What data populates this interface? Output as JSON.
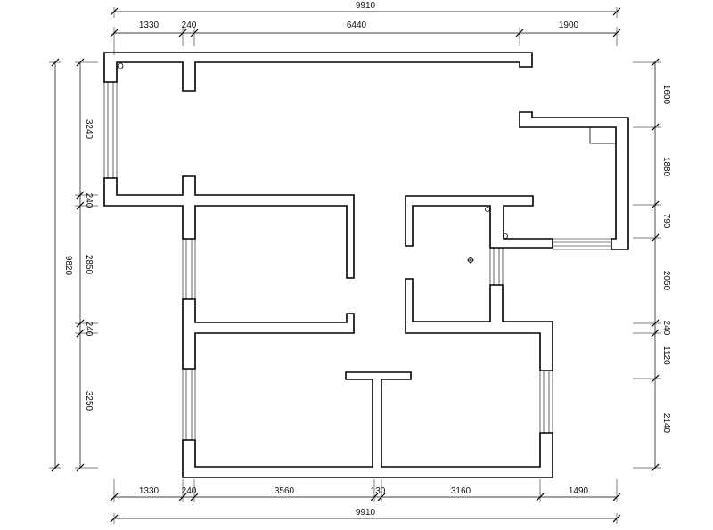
{
  "dimensions": {
    "top_overall": "9910",
    "top_segments": [
      "1330",
      "240",
      "6440",
      "1900"
    ],
    "bottom_segments": [
      "1330",
      "240",
      "3560",
      "130",
      "3160",
      "1490"
    ],
    "bottom_overall": "9910",
    "left_overall": "9820",
    "left_segments": [
      "3240",
      "240",
      "2850",
      "240",
      "3250"
    ],
    "right_segments": [
      "1600",
      "1880",
      "790",
      "2050",
      "240",
      "1120",
      "2140"
    ]
  },
  "icons": {
    "ceiling_light": "ceiling-light-icon",
    "fixture_circle": "fixture-circle-icon"
  }
}
